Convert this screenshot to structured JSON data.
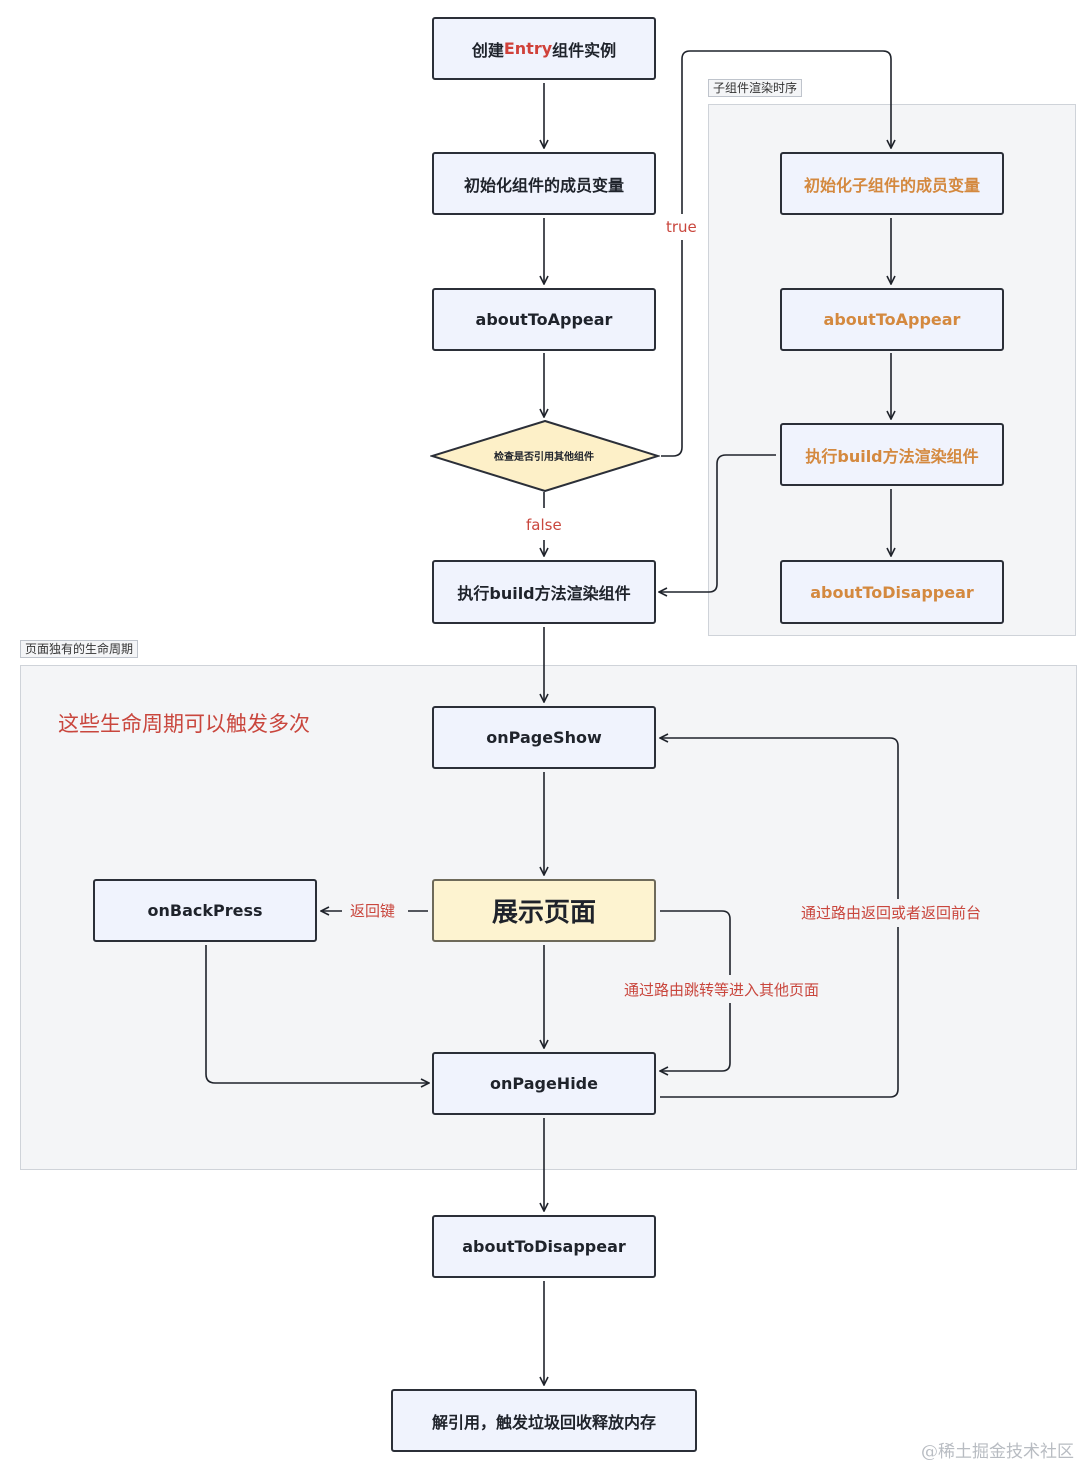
{
  "groups": {
    "child_render": {
      "title": "子组件渲染时序"
    },
    "page_lifecycle": {
      "title": "页面独有的生命周期",
      "note": "这些生命周期可以触发多次"
    }
  },
  "main_flow": {
    "create_entry_prefix": "创建",
    "create_entry_highlight": "Entry",
    "create_entry_suffix": "组件实例",
    "init_members": "初始化组件的成员变量",
    "about_to_appear": "aboutToAppear",
    "check_decision": "检查是否引用其他组件",
    "build_render": "执行build方法渲染组件",
    "on_page_show": "onPageShow",
    "show_page": "展示页面",
    "on_back_press": "onBackPress",
    "on_page_hide": "onPageHide",
    "about_to_disappear": "aboutToDisappear",
    "release": "解引用，触发垃圾回收释放内存"
  },
  "child_flow": {
    "init_child_members": "初始化子组件的成员变量",
    "about_to_appear": "aboutToAppear",
    "build_render": "执行build方法渲染组件",
    "about_to_disappear": "aboutToDisappear"
  },
  "edge_labels": {
    "true": "true",
    "false": "false",
    "back_key": "返回键",
    "route_jump": "通过路由跳转等进入其他页面",
    "route_back": "通过路由返回或者返回前台"
  },
  "watermark": "@稀土掘金技术社区",
  "colors": {
    "node_fill": "#f0f3fd",
    "node_border": "#2b2f38",
    "decision_fill": "#fdf0c8",
    "highlight_fill": "#fdf3d0",
    "accent_red": "#c9463d",
    "child_text_orange": "#d4893f",
    "group_fill": "#f4f5f7"
  }
}
